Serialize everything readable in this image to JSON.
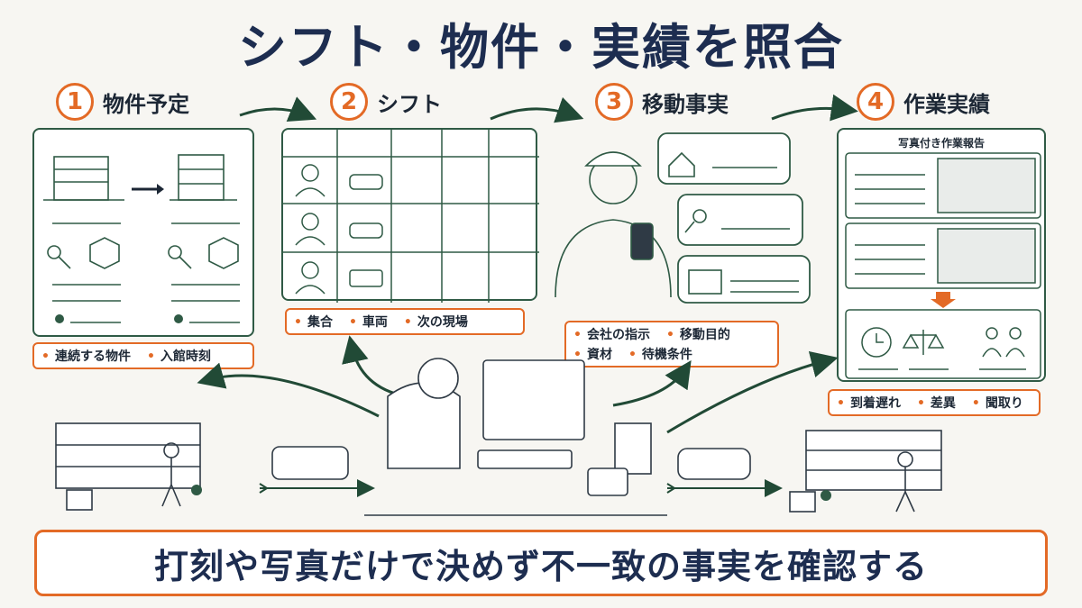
{
  "title": "シフト・物件・実績を照合",
  "steps": [
    {
      "number": "1",
      "label": "物件予定"
    },
    {
      "number": "2",
      "label": "シフト"
    },
    {
      "number": "3",
      "label": "移動事実"
    },
    {
      "number": "4",
      "label": "作業実績"
    }
  ],
  "panel1": {
    "tags": [
      "連続する物件",
      "入館時刻"
    ]
  },
  "panel2": {
    "tags": [
      "集合",
      "車両",
      "次の現場"
    ]
  },
  "panel3": {
    "tags_row1": [
      "会社の指示",
      "移動目的"
    ],
    "tags_row2": [
      "資材",
      "待機条件"
    ]
  },
  "panel4": {
    "report_title": "写真付き作業報告",
    "tags": [
      "到着遅れ",
      "差異",
      "聞取り"
    ]
  },
  "bottom_message": "打刻や写真だけで決めず不一致の事実を確認する",
  "colors": {
    "accent": "#e36a26",
    "line": "#2f5a45",
    "navy": "#1d2d50"
  }
}
